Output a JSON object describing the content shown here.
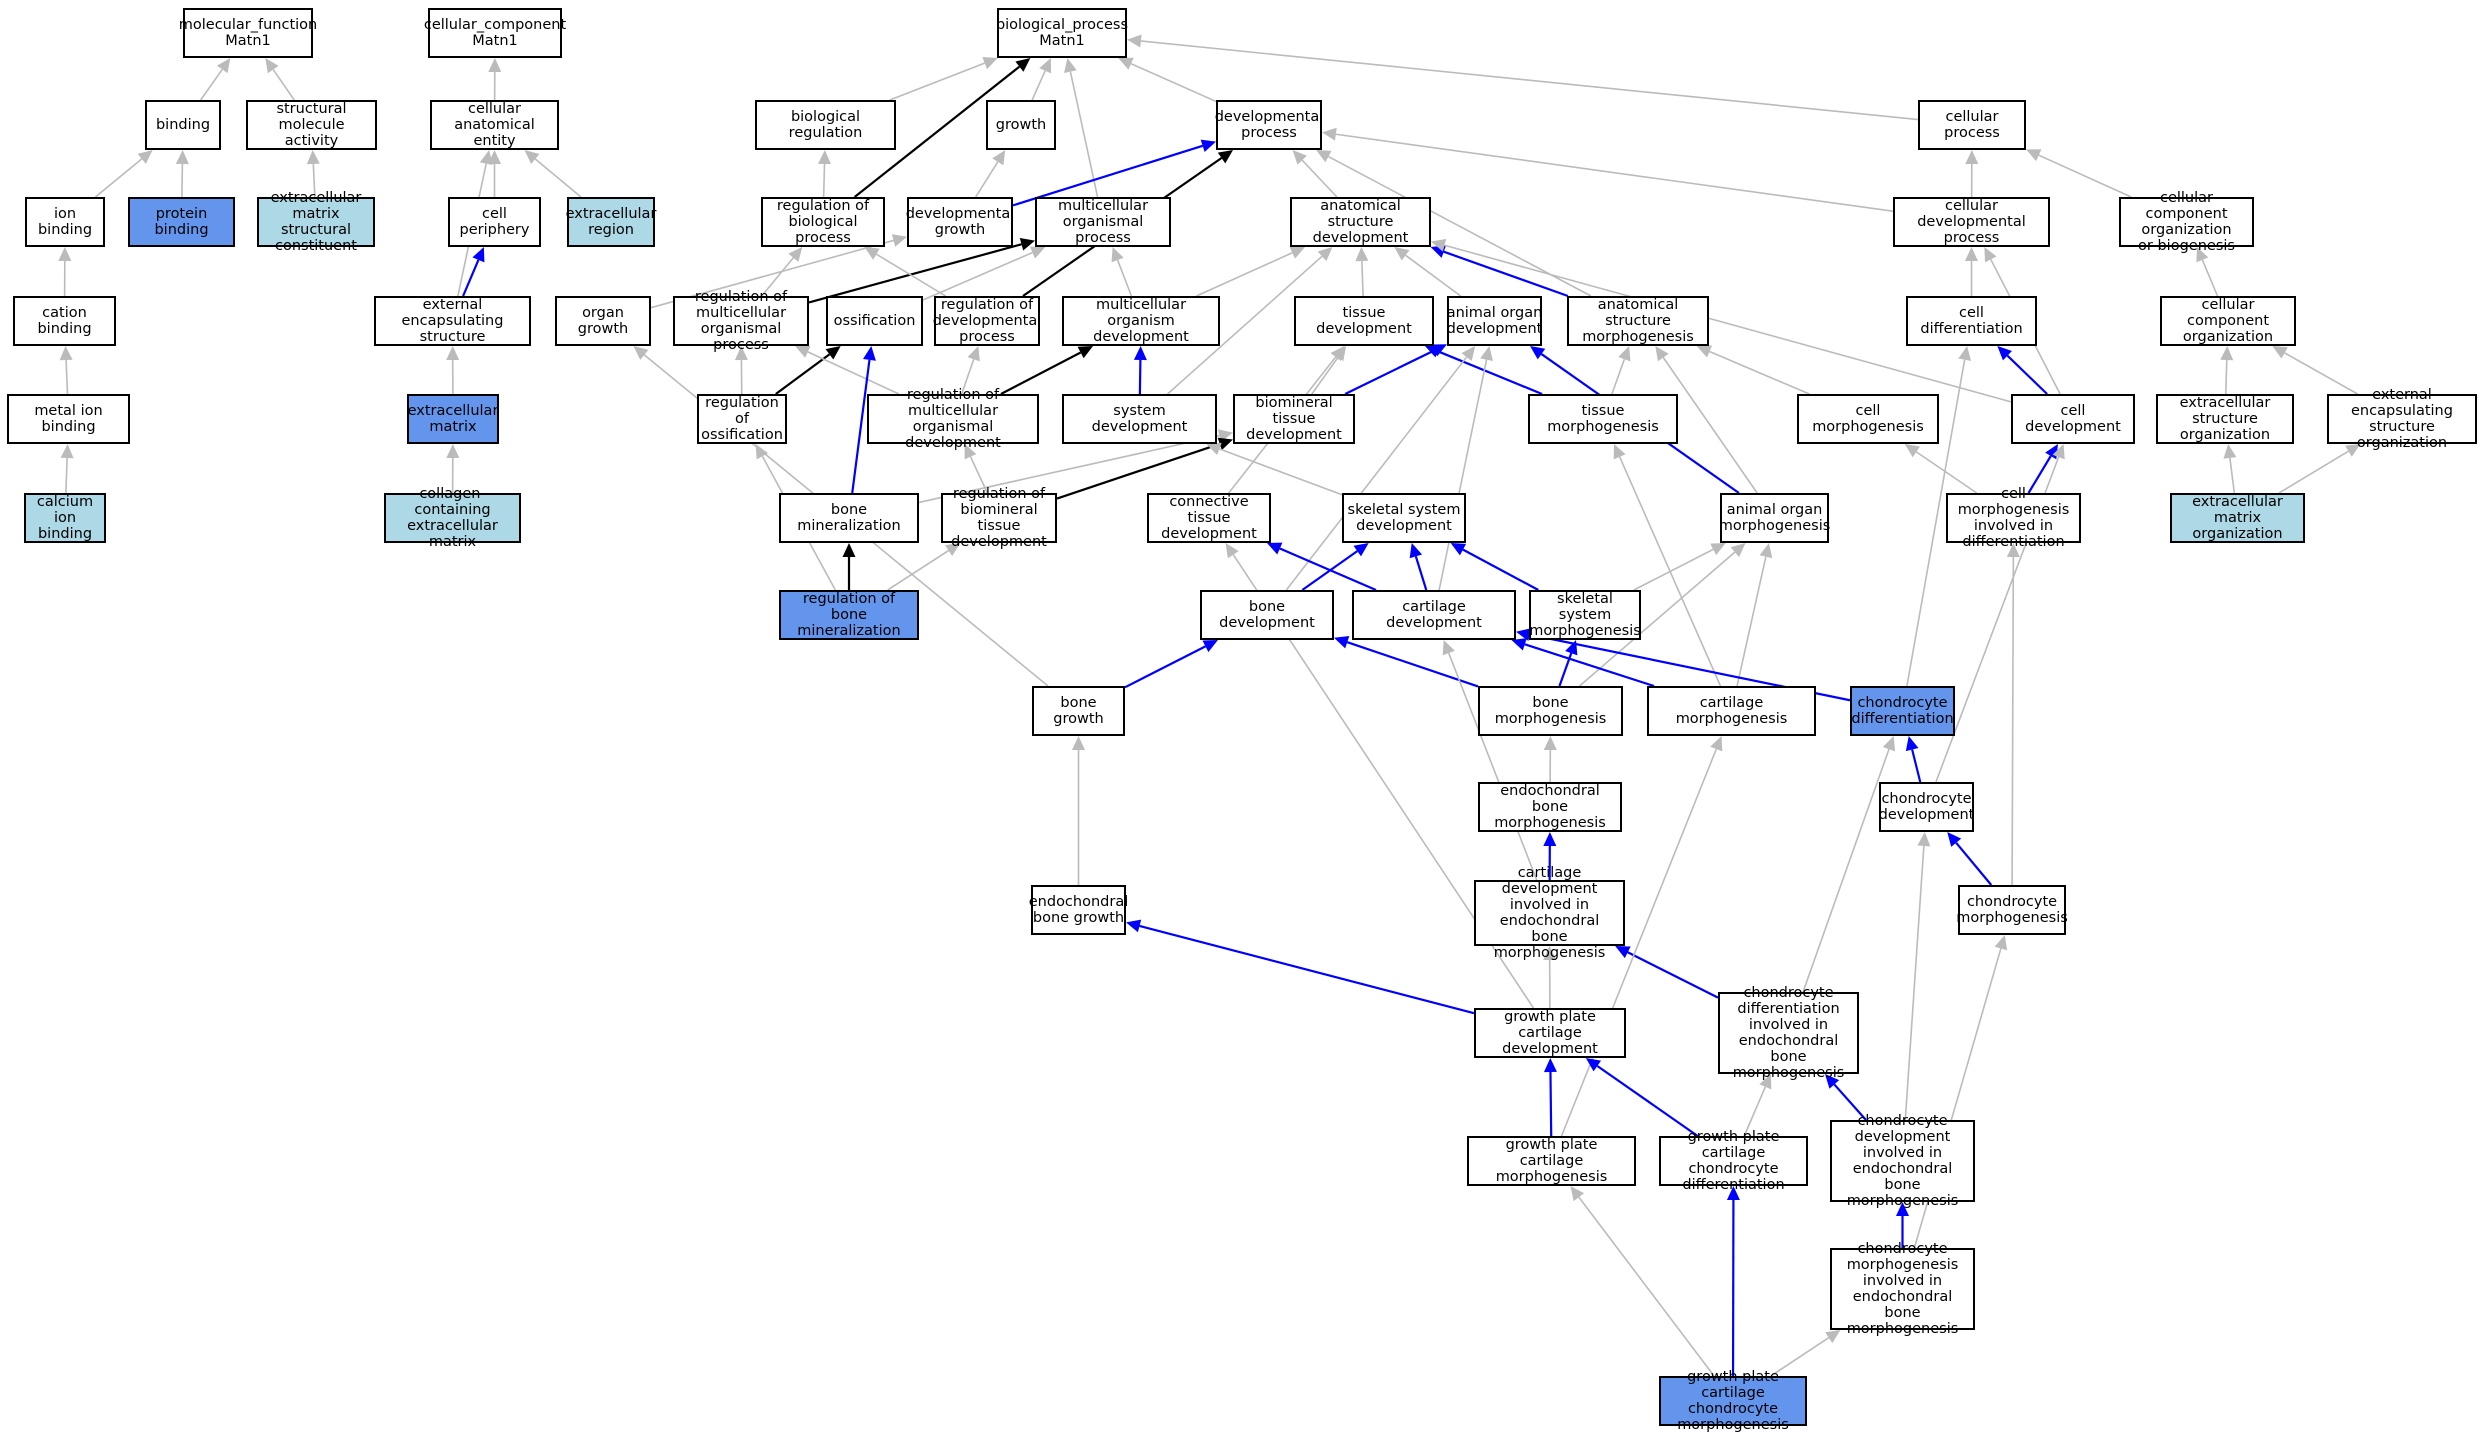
{
  "colors": {
    "is_a_edge": "#bbbbbb",
    "regulates_edge": "#000000",
    "part_of_edge": "#0000ff",
    "highlight_fill": "#6495ed",
    "annotated_fill": "#add8e6",
    "default_fill": "#ffffff"
  },
  "nodes": [
    {
      "id": "mf",
      "label": "molecular_function\nMatn1",
      "fill": "default"
    },
    {
      "id": "cc",
      "label": "cellular_component\nMatn1",
      "fill": "default"
    },
    {
      "id": "bp",
      "label": "biological_process\nMatn1",
      "fill": "default"
    },
    {
      "id": "binding",
      "label": "binding",
      "fill": "default"
    },
    {
      "id": "structmol",
      "label": "structural molecule\nactivity",
      "fill": "default"
    },
    {
      "id": "cae",
      "label": "cellular anatomical\nentity",
      "fill": "default"
    },
    {
      "id": "bioreg",
      "label": "biological regulation",
      "fill": "default"
    },
    {
      "id": "growth",
      "label": "growth",
      "fill": "default"
    },
    {
      "id": "devproc",
      "label": "developmental\nprocess",
      "fill": "default"
    },
    {
      "id": "cellproc",
      "label": "cellular process",
      "fill": "default"
    },
    {
      "id": "ionbind",
      "label": "ion binding",
      "fill": "default"
    },
    {
      "id": "protbind",
      "label": "protein binding",
      "fill": "highlight"
    },
    {
      "id": "ecmsc",
      "label": "extracellular\nmatrix structural\nconstituent",
      "fill": "annotated"
    },
    {
      "id": "cellper",
      "label": "cell periphery",
      "fill": "default"
    },
    {
      "id": "ecregion",
      "label": "extracellular\nregion",
      "fill": "annotated"
    },
    {
      "id": "regbp",
      "label": "regulation of\nbiological process",
      "fill": "default"
    },
    {
      "id": "devgrowth",
      "label": "developmental\ngrowth",
      "fill": "default"
    },
    {
      "id": "multiproc",
      "label": "multicellular\norganismal process",
      "fill": "default"
    },
    {
      "id": "anatdev",
      "label": "anatomical structure\ndevelopment",
      "fill": "default"
    },
    {
      "id": "celldevproc",
      "label": "cellular developmental\nprocess",
      "fill": "default"
    },
    {
      "id": "ccobio",
      "label": "cellular component\norganization\nor biogenesis",
      "fill": "default"
    },
    {
      "id": "cationbind",
      "label": "cation binding",
      "fill": "default"
    },
    {
      "id": "extencap",
      "label": "external encapsulating\nstructure",
      "fill": "default"
    },
    {
      "id": "organgrowth",
      "label": "organ growth",
      "fill": "default"
    },
    {
      "id": "regmultiproc",
      "label": "regulation of\nmulticellular\norganismal process",
      "fill": "default"
    },
    {
      "id": "ossif",
      "label": "ossification",
      "fill": "default"
    },
    {
      "id": "regdevproc",
      "label": "regulation of\ndevelopmental\nprocess",
      "fill": "default"
    },
    {
      "id": "multidev",
      "label": "multicellular\norganism development",
      "fill": "default"
    },
    {
      "id": "tissuedev",
      "label": "tissue development",
      "fill": "default"
    },
    {
      "id": "animalorgandev",
      "label": "animal organ\ndevelopment",
      "fill": "default"
    },
    {
      "id": "anatmorph",
      "label": "anatomical structure\nmorphogenesis",
      "fill": "default"
    },
    {
      "id": "celldiff",
      "label": "cell differentiation",
      "fill": "default"
    },
    {
      "id": "ccorg",
      "label": "cellular component\norganization",
      "fill": "default"
    },
    {
      "id": "metalion",
      "label": "metal ion binding",
      "fill": "default"
    },
    {
      "id": "ecm",
      "label": "extracellular\nmatrix",
      "fill": "highlight"
    },
    {
      "id": "regossif",
      "label": "regulation of\nossification",
      "fill": "default"
    },
    {
      "id": "regmultidev",
      "label": "regulation of\nmulticellular\norganismal development",
      "fill": "default"
    },
    {
      "id": "sysdev",
      "label": "system development",
      "fill": "default"
    },
    {
      "id": "biomindev",
      "label": "biomineral tissue\ndevelopment",
      "fill": "default"
    },
    {
      "id": "tissuemorph",
      "label": "tissue morphogenesis",
      "fill": "default"
    },
    {
      "id": "cellmorph",
      "label": "cell morphogenesis",
      "fill": "default"
    },
    {
      "id": "celldev",
      "label": "cell development",
      "fill": "default"
    },
    {
      "id": "extstructorg",
      "label": "extracellular\nstructure organization",
      "fill": "default"
    },
    {
      "id": "extencaporg",
      "label": "external encapsulating\nstructure organization",
      "fill": "default"
    },
    {
      "id": "calcium",
      "label": "calcium ion\nbinding",
      "fill": "annotated"
    },
    {
      "id": "collagen",
      "label": "collagen-containing\nextracellular\nmatrix",
      "fill": "annotated"
    },
    {
      "id": "bonemin",
      "label": "bone mineralization",
      "fill": "default"
    },
    {
      "id": "regbiomindev",
      "label": "regulation of\nbiomineral tissue\ndevelopment",
      "fill": "default"
    },
    {
      "id": "conntissue",
      "label": "connective tissue\ndevelopment",
      "fill": "default"
    },
    {
      "id": "skelsysdev",
      "label": "skeletal system\ndevelopment",
      "fill": "default"
    },
    {
      "id": "animalorganmorph",
      "label": "animal organ\nmorphogenesis",
      "fill": "default"
    },
    {
      "id": "cellmorphdiff",
      "label": "cell morphogenesis\ninvolved in\ndifferentiation",
      "fill": "default"
    },
    {
      "id": "ecmorg",
      "label": "extracellular\nmatrix organization",
      "fill": "annotated"
    },
    {
      "id": "regbonemin",
      "label": "regulation of\nbone mineralization",
      "fill": "highlight"
    },
    {
      "id": "bonedev",
      "label": "bone development",
      "fill": "default"
    },
    {
      "id": "cartdev",
      "label": "cartilage development",
      "fill": "default"
    },
    {
      "id": "skelsysmorph",
      "label": "skeletal system\nmorphogenesis",
      "fill": "default"
    },
    {
      "id": "bonegrowth",
      "label": "bone growth",
      "fill": "default"
    },
    {
      "id": "bonemorph",
      "label": "bone morphogenesis",
      "fill": "default"
    },
    {
      "id": "cartmorph",
      "label": "cartilage morphogenesis",
      "fill": "default"
    },
    {
      "id": "chondiff",
      "label": "chondrocyte\ndifferentiation",
      "fill": "highlight"
    },
    {
      "id": "endobonemorph",
      "label": "endochondral\nbone morphogenesis",
      "fill": "default"
    },
    {
      "id": "chondev",
      "label": "chondrocyte\ndevelopment",
      "fill": "default"
    },
    {
      "id": "endobonegrowth",
      "label": "endochondral\nbone growth",
      "fill": "default"
    },
    {
      "id": "cartdevendo",
      "label": "cartilage development\ninvolved in\nendochondral\nbone morphogenesis",
      "fill": "default"
    },
    {
      "id": "chonmorph",
      "label": "chondrocyte\nmorphogenesis",
      "fill": "default"
    },
    {
      "id": "gpcartdev",
      "label": "growth plate\ncartilage development",
      "fill": "default"
    },
    {
      "id": "chondiffendo",
      "label": "chondrocyte\ndifferentiation\ninvolved in\nendochondral\nbone morphogenesis",
      "fill": "default"
    },
    {
      "id": "gpcartmorph",
      "label": "growth plate\ncartilage morphogenesis",
      "fill": "default"
    },
    {
      "id": "gpchondiff",
      "label": "growth plate\ncartilage chondrocyte\ndifferentiation",
      "fill": "default"
    },
    {
      "id": "chondevendo",
      "label": "chondrocyte\ndevelopment\ninvolved in\nendochondral\nbone morphogenesis",
      "fill": "default"
    },
    {
      "id": "chonmorphendo",
      "label": "chondrocyte\nmorphogenesis\ninvolved in\nendochondral\nbone morphogenesis",
      "fill": "default"
    },
    {
      "id": "gpchonmorph",
      "label": "growth plate\ncartilage chondrocyte\nmorphogenesis",
      "fill": "highlight"
    }
  ],
  "edges": [
    {
      "from": "binding",
      "to": "mf",
      "type": "is_a"
    },
    {
      "from": "structmol",
      "to": "mf",
      "type": "is_a"
    },
    {
      "from": "ionbind",
      "to": "binding",
      "type": "is_a"
    },
    {
      "from": "protbind",
      "to": "binding",
      "type": "is_a"
    },
    {
      "from": "ecmsc",
      "to": "structmol",
      "type": "is_a"
    },
    {
      "from": "cationbind",
      "to": "ionbind",
      "type": "is_a"
    },
    {
      "from": "metalion",
      "to": "cationbind",
      "type": "is_a"
    },
    {
      "from": "calcium",
      "to": "metalion",
      "type": "is_a"
    },
    {
      "from": "cae",
      "to": "cc",
      "type": "is_a"
    },
    {
      "from": "cellper",
      "to": "cae",
      "type": "is_a"
    },
    {
      "from": "ecregion",
      "to": "cae",
      "type": "is_a"
    },
    {
      "from": "extencap",
      "to": "cae",
      "type": "is_a"
    },
    {
      "from": "extencap",
      "to": "cellper",
      "type": "part_of"
    },
    {
      "from": "ecm",
      "to": "extencap",
      "type": "is_a"
    },
    {
      "from": "collagen",
      "to": "ecm",
      "type": "is_a"
    },
    {
      "from": "bioreg",
      "to": "bp",
      "type": "is_a"
    },
    {
      "from": "growth",
      "to": "bp",
      "type": "is_a"
    },
    {
      "from": "devproc",
      "to": "bp",
      "type": "is_a"
    },
    {
      "from": "cellproc",
      "to": "bp",
      "type": "is_a"
    },
    {
      "from": "multiproc",
      "to": "bp",
      "type": "is_a"
    },
    {
      "from": "regbp",
      "to": "bioreg",
      "type": "is_a"
    },
    {
      "from": "regbp",
      "to": "bp",
      "type": "regulates"
    },
    {
      "from": "devgrowth",
      "to": "growth",
      "type": "is_a"
    },
    {
      "from": "devgrowth",
      "to": "devproc",
      "type": "part_of"
    },
    {
      "from": "anatdev",
      "to": "devproc",
      "type": "is_a"
    },
    {
      "from": "celldevproc",
      "to": "devproc",
      "type": "is_a"
    },
    {
      "from": "celldevproc",
      "to": "cellproc",
      "type": "is_a"
    },
    {
      "from": "ccobio",
      "to": "cellproc",
      "type": "is_a"
    },
    {
      "from": "organgrowth",
      "to": "devgrowth",
      "type": "is_a"
    },
    {
      "from": "regmultiproc",
      "to": "regbp",
      "type": "is_a"
    },
    {
      "from": "regmultiproc",
      "to": "multiproc",
      "type": "regulates"
    },
    {
      "from": "ossif",
      "to": "multiproc",
      "type": "is_a"
    },
    {
      "from": "regdevproc",
      "to": "regbp",
      "type": "is_a"
    },
    {
      "from": "regdevproc",
      "to": "devproc",
      "type": "regulates"
    },
    {
      "from": "multidev",
      "to": "multiproc",
      "type": "is_a"
    },
    {
      "from": "multidev",
      "to": "anatdev",
      "type": "is_a"
    },
    {
      "from": "tissuedev",
      "to": "anatdev",
      "type": "is_a"
    },
    {
      "from": "animalorgandev",
      "to": "anatdev",
      "type": "is_a"
    },
    {
      "from": "anatmorph",
      "to": "anatdev",
      "type": "part_of"
    },
    {
      "from": "anatmorph",
      "to": "devproc",
      "type": "is_a"
    },
    {
      "from": "celldiff",
      "to": "celldevproc",
      "type": "is_a"
    },
    {
      "from": "ccorg",
      "to": "ccobio",
      "type": "is_a"
    },
    {
      "from": "regossif",
      "to": "regmultiproc",
      "type": "is_a"
    },
    {
      "from": "regossif",
      "to": "ossif",
      "type": "regulates"
    },
    {
      "from": "regmultidev",
      "to": "regmultiproc",
      "type": "is_a"
    },
    {
      "from": "regmultidev",
      "to": "regdevproc",
      "type": "is_a"
    },
    {
      "from": "regmultidev",
      "to": "multidev",
      "type": "regulates"
    },
    {
      "from": "sysdev",
      "to": "multidev",
      "type": "part_of"
    },
    {
      "from": "sysdev",
      "to": "anatdev",
      "type": "is_a"
    },
    {
      "from": "biomindev",
      "to": "tissuedev",
      "type": "is_a"
    },
    {
      "from": "biomindev",
      "to": "animalorgandev",
      "type": "part_of"
    },
    {
      "from": "tissuemorph",
      "to": "anatmorph",
      "type": "is_a"
    },
    {
      "from": "tissuemorph",
      "to": "tissuedev",
      "type": "part_of"
    },
    {
      "from": "cellmorph",
      "to": "anatmorph",
      "type": "is_a"
    },
    {
      "from": "celldev",
      "to": "celldiff",
      "type": "part_of"
    },
    {
      "from": "celldev",
      "to": "celldevproc",
      "type": "is_a"
    },
    {
      "from": "celldev",
      "to": "anatdev",
      "type": "is_a"
    },
    {
      "from": "extstructorg",
      "to": "ccorg",
      "type": "is_a"
    },
    {
      "from": "extencaporg",
      "to": "ccorg",
      "type": "is_a"
    },
    {
      "from": "ecmorg",
      "to": "extstructorg",
      "type": "is_a"
    },
    {
      "from": "ecmorg",
      "to": "extencaporg",
      "type": "is_a"
    },
    {
      "from": "bonemin",
      "to": "ossif",
      "type": "part_of"
    },
    {
      "from": "bonemin",
      "to": "biomindev",
      "type": "is_a"
    },
    {
      "from": "regbiomindev",
      "to": "regmultidev",
      "type": "is_a"
    },
    {
      "from": "regbiomindev",
      "to": "biomindev",
      "type": "regulates"
    },
    {
      "from": "conntissue",
      "to": "tissuedev",
      "type": "is_a"
    },
    {
      "from": "skelsysdev",
      "to": "sysdev",
      "type": "is_a"
    },
    {
      "from": "animalorganmorph",
      "to": "animalorgandev",
      "type": "part_of"
    },
    {
      "from": "animalorganmorph",
      "to": "anatmorph",
      "type": "is_a"
    },
    {
      "from": "cellmorphdiff",
      "to": "cellmorph",
      "type": "is_a"
    },
    {
      "from": "cellmorphdiff",
      "to": "celldev",
      "type": "part_of"
    },
    {
      "from": "regbonemin",
      "to": "bonemin",
      "type": "regulates"
    },
    {
      "from": "regbonemin",
      "to": "regbiomindev",
      "type": "is_a"
    },
    {
      "from": "regbonemin",
      "to": "regossif",
      "type": "is_a"
    },
    {
      "from": "bonedev",
      "to": "skelsysdev",
      "type": "part_of"
    },
    {
      "from": "bonedev",
      "to": "animalorgandev",
      "type": "is_a"
    },
    {
      "from": "cartdev",
      "to": "skelsysdev",
      "type": "part_of"
    },
    {
      "from": "cartdev",
      "to": "conntissue",
      "type": "part_of"
    },
    {
      "from": "cartdev",
      "to": "animalorgandev",
      "type": "is_a"
    },
    {
      "from": "skelsysmorph",
      "to": "skelsysdev",
      "type": "part_of"
    },
    {
      "from": "skelsysmorph",
      "to": "animalorganmorph",
      "type": "is_a"
    },
    {
      "from": "bonegrowth",
      "to": "bonedev",
      "type": "part_of"
    },
    {
      "from": "bonegrowth",
      "to": "organgrowth",
      "type": "is_a"
    },
    {
      "from": "bonemorph",
      "to": "bonedev",
      "type": "part_of"
    },
    {
      "from": "bonemorph",
      "to": "skelsysmorph",
      "type": "part_of"
    },
    {
      "from": "bonemorph",
      "to": "animalorganmorph",
      "type": "is_a"
    },
    {
      "from": "cartmorph",
      "to": "cartdev",
      "type": "part_of"
    },
    {
      "from": "cartmorph",
      "to": "animalorganmorph",
      "type": "is_a"
    },
    {
      "from": "cartmorph",
      "to": "tissuemorph",
      "type": "is_a"
    },
    {
      "from": "chondiff",
      "to": "cartdev",
      "type": "part_of"
    },
    {
      "from": "chondiff",
      "to": "celldiff",
      "type": "is_a"
    },
    {
      "from": "endobonemorph",
      "to": "bonemorph",
      "type": "is_a"
    },
    {
      "from": "chondev",
      "to": "chondiff",
      "type": "part_of"
    },
    {
      "from": "chondev",
      "to": "celldev",
      "type": "is_a"
    },
    {
      "from": "endobonegrowth",
      "to": "bonegrowth",
      "type": "is_a"
    },
    {
      "from": "cartdevendo",
      "to": "endobonemorph",
      "type": "part_of"
    },
    {
      "from": "cartdevendo",
      "to": "cartdev",
      "type": "is_a"
    },
    {
      "from": "chonmorph",
      "to": "chondev",
      "type": "part_of"
    },
    {
      "from": "chonmorph",
      "to": "cellmorphdiff",
      "type": "is_a"
    },
    {
      "from": "gpcartdev",
      "to": "endobonegrowth",
      "type": "part_of"
    },
    {
      "from": "gpcartdev",
      "to": "cartdevendo",
      "type": "is_a"
    },
    {
      "from": "gpcartdev",
      "to": "conntissue",
      "type": "is_a"
    },
    {
      "from": "chondiffendo",
      "to": "cartdevendo",
      "type": "part_of"
    },
    {
      "from": "chondiffendo",
      "to": "chondiff",
      "type": "is_a"
    },
    {
      "from": "gpcartmorph",
      "to": "gpcartdev",
      "type": "part_of"
    },
    {
      "from": "gpcartmorph",
      "to": "cartmorph",
      "type": "is_a"
    },
    {
      "from": "gpchondiff",
      "to": "gpcartdev",
      "type": "part_of"
    },
    {
      "from": "gpchondiff",
      "to": "chondiffendo",
      "type": "is_a"
    },
    {
      "from": "chondevendo",
      "to": "chondiffendo",
      "type": "part_of"
    },
    {
      "from": "chondevendo",
      "to": "chondev",
      "type": "is_a"
    },
    {
      "from": "chonmorphendo",
      "to": "chondevendo",
      "type": "part_of"
    },
    {
      "from": "chonmorphendo",
      "to": "chonmorph",
      "type": "is_a"
    },
    {
      "from": "gpchonmorph",
      "to": "gpchondiff",
      "type": "part_of"
    },
    {
      "from": "gpchonmorph",
      "to": "gpcartmorph",
      "type": "is_a"
    },
    {
      "from": "gpchonmorph",
      "to": "chonmorphendo",
      "type": "is_a"
    }
  ]
}
